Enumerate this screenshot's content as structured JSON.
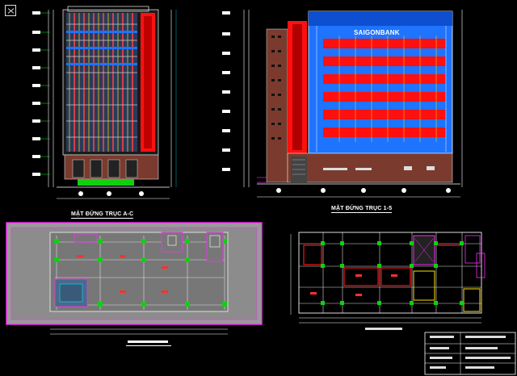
{
  "elevation_1": {
    "title": "MẶT ĐỨNG TRỤC A-C"
  },
  "elevation_2": {
    "title": "MẶT ĐỨNG TRỤC 1-5",
    "sign": "SAIGONBANK"
  },
  "icons": {
    "ucs": "ucs-icon"
  },
  "colors": {
    "background": "#000000",
    "facade_blue": "#1e73ff",
    "facade_red": "#ff1010",
    "brick": "#7a3b2e",
    "cyan": "#00e5ff",
    "magenta": "#ff2bff",
    "green": "#10d010",
    "yellow": "#ffe000",
    "plan_fill": "#9a9a9a"
  }
}
